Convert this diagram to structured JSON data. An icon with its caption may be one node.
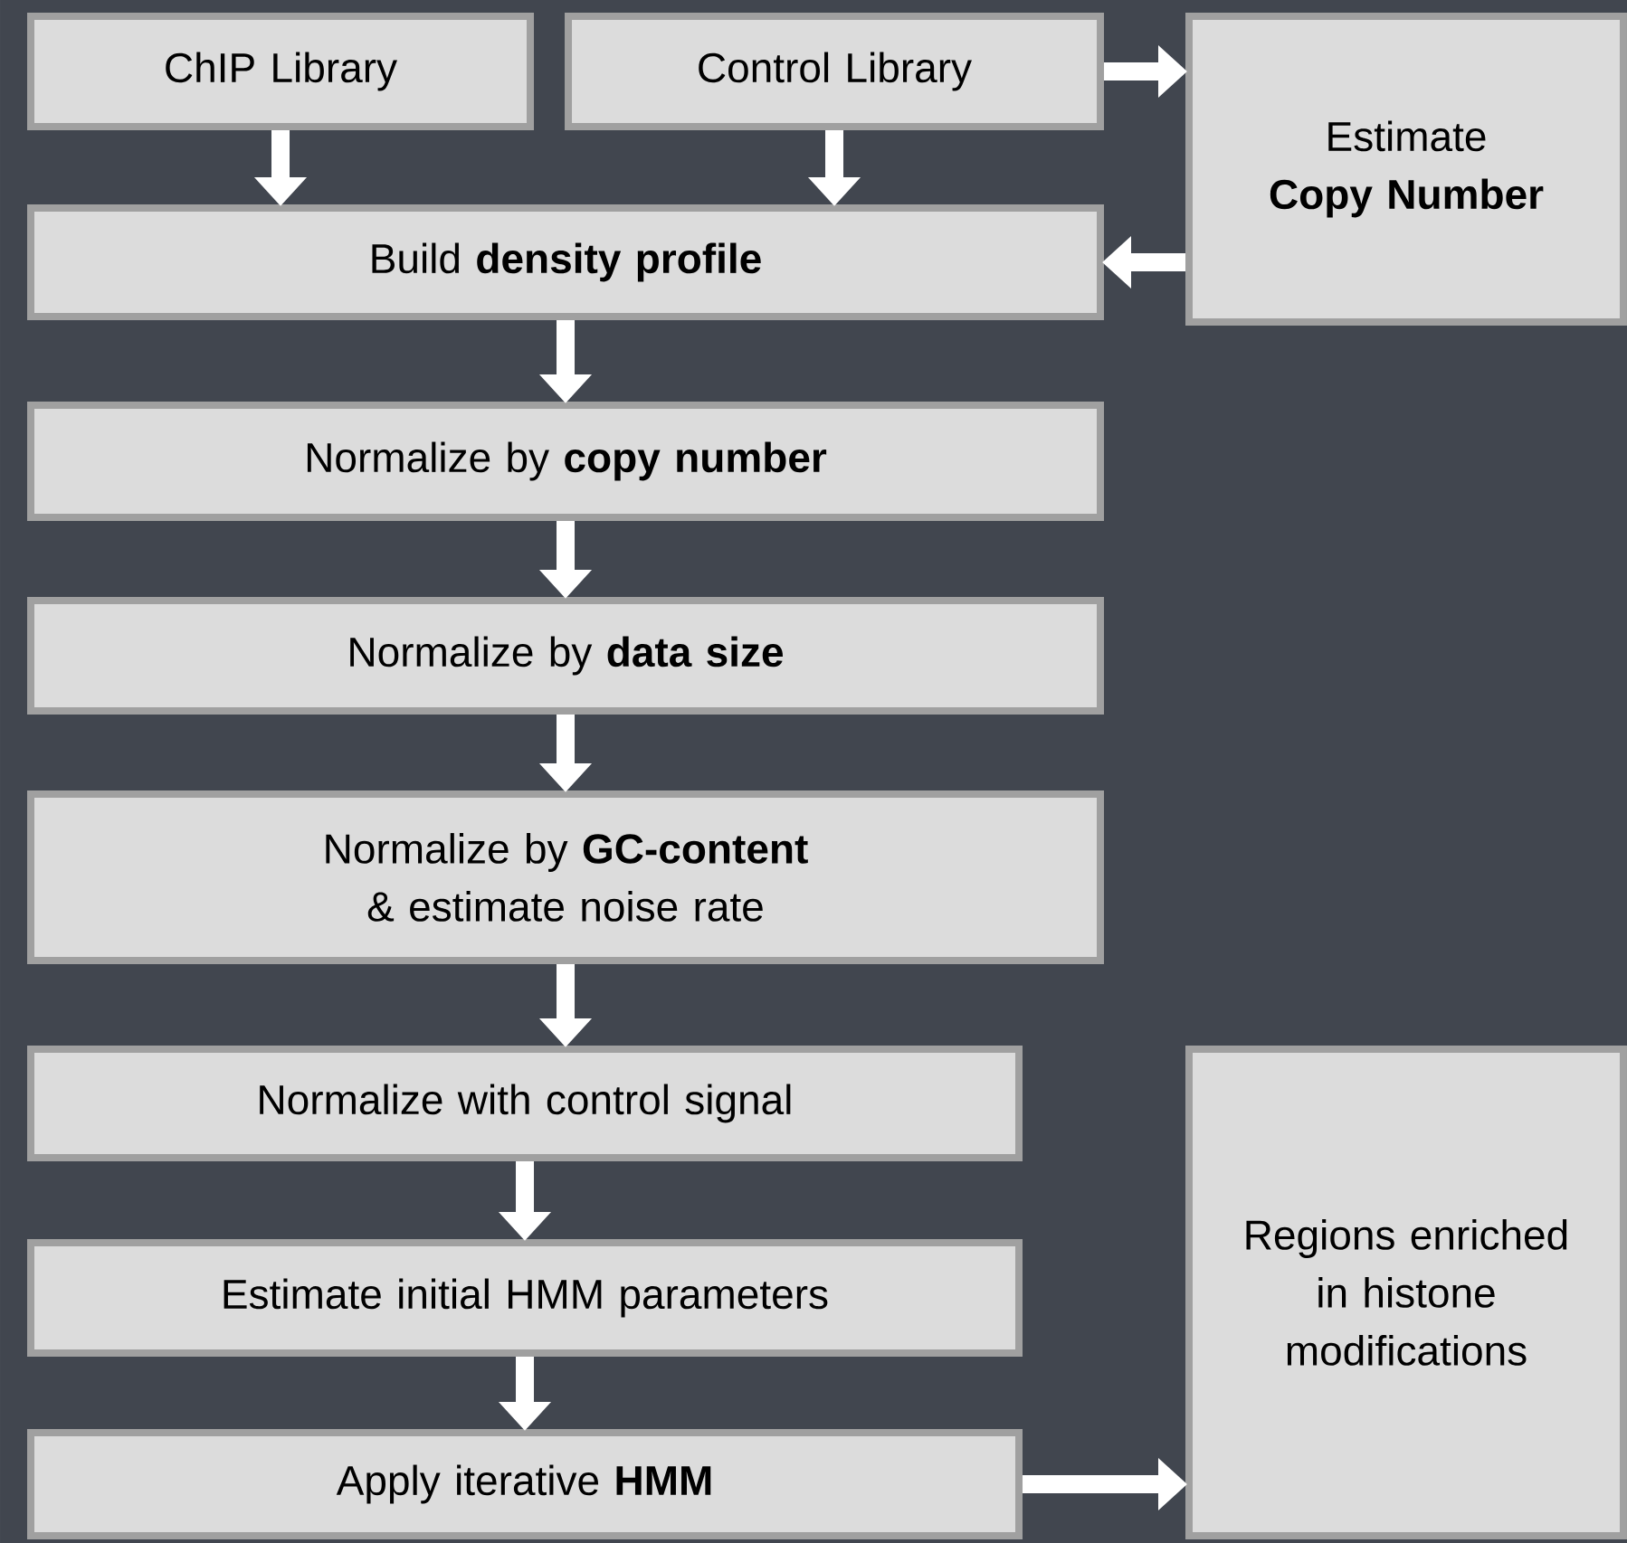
{
  "diagram": {
    "nodes": [
      {
        "text": [
          "ChIP Library"
        ]
      },
      {
        "text": [
          "Control Library"
        ]
      },
      {
        "text": [
          "Estimate **Copy Number**"
        ]
      },
      {
        "text": [
          "Build **density profile**"
        ]
      },
      {
        "text": [
          "Normalize by **copy number**"
        ]
      },
      {
        "text": [
          "Normalize by **data size**"
        ]
      },
      {
        "text": [
          "Normalize by **GC-content** & estimate noise rate"
        ]
      },
      {
        "text": [
          "Normalize with control signal"
        ]
      },
      {
        "text": [
          "Estimate initial HMM parameters"
        ]
      },
      {
        "text": [
          "Apply iterative **HMM**"
        ]
      },
      {
        "text": [
          "Regions enriched in histone modifications"
        ]
      }
    ],
    "edges": [
      {
        "from": 0,
        "to": 3,
        "arrow": "to"
      },
      {
        "from": 1,
        "to": 3,
        "arrow": "to"
      },
      {
        "from": 1,
        "to": 2,
        "arrow": "to"
      },
      {
        "from": 2,
        "to": 3,
        "arrow": "to"
      },
      {
        "from": 3,
        "to": 4,
        "arrow": "to"
      },
      {
        "from": 4,
        "to": 5,
        "arrow": "to"
      },
      {
        "from": 5,
        "to": 6,
        "arrow": "to"
      },
      {
        "from": 6,
        "to": 7,
        "arrow": "to"
      },
      {
        "from": 7,
        "to": 8,
        "arrow": "to"
      },
      {
        "from": 8,
        "to": 9,
        "arrow": "to"
      },
      {
        "from": 9,
        "to": 10,
        "arrow": "to"
      }
    ]
  }
}
